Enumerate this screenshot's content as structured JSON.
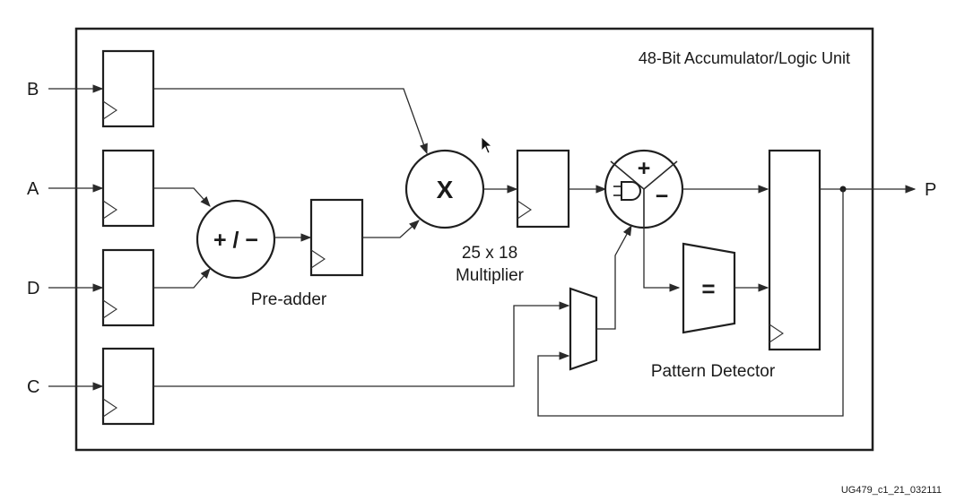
{
  "unit_title": "48-Bit Accumulator/Logic Unit",
  "inputs": {
    "b": "B",
    "a": "A",
    "d": "D",
    "c": "C"
  },
  "output": "P",
  "preadder": {
    "symbol": "+ / −",
    "label": "Pre-adder"
  },
  "multiplier": {
    "symbol": "X",
    "label_line1": "25 x 18",
    "label_line2": "Multiplier"
  },
  "alu": {
    "plus": "+",
    "minus": "−"
  },
  "pattern_detector": {
    "symbol": "=",
    "label": "Pattern Detector"
  },
  "figure_id": "UG479_c1_21_032111"
}
